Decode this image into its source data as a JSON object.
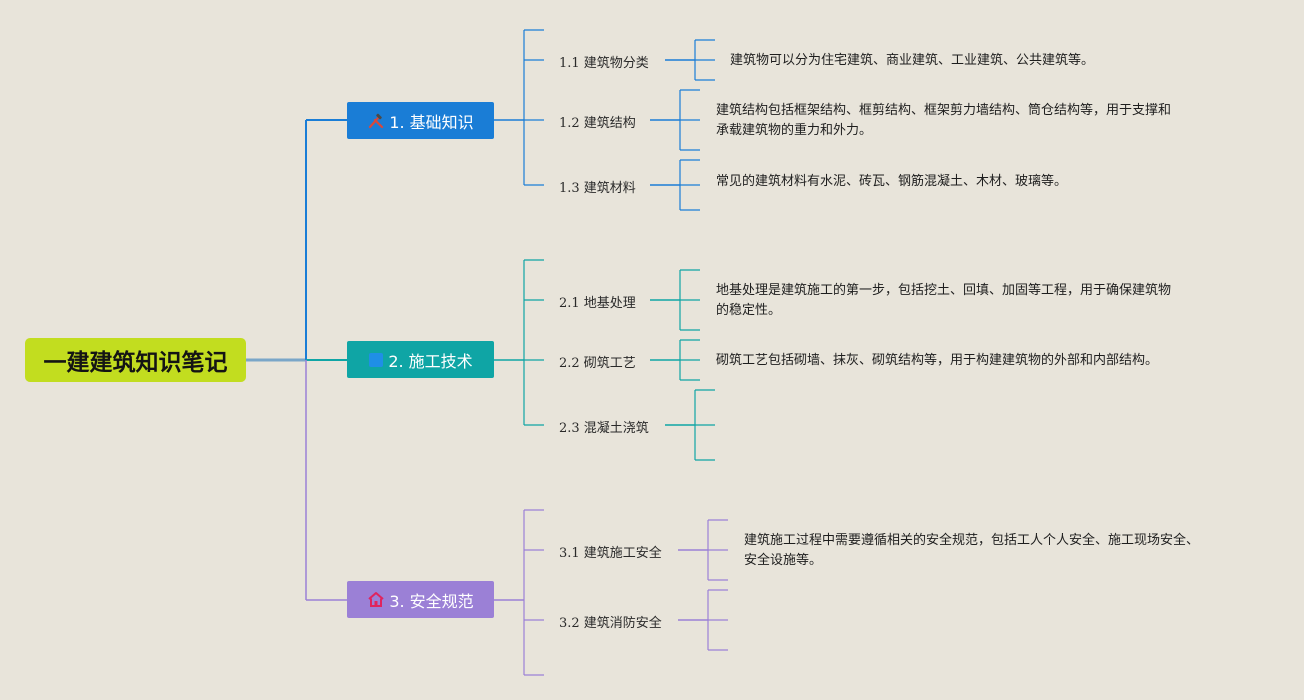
{
  "root": {
    "label": "一建建筑知识笔记",
    "color": "#c2dd1f"
  },
  "branches": [
    {
      "label": "1. 基础知识",
      "icon": "tools-icon",
      "color": "#1a7dd6",
      "subs": [
        {
          "label": "1.1 建筑物分类",
          "notes": [
            "建筑物可以分为住宅建筑、商业建筑、工业建筑、公共建筑等。"
          ]
        },
        {
          "label": "1.2 建筑结构",
          "notes": [
            "建筑结构包括框架结构、框剪结构、框架剪力墙结构、筒仓结构等，用于支撑和",
            "承载建筑物的重力和外力。"
          ]
        },
        {
          "label": "1.3 建筑材料",
          "notes": [
            "常见的建筑材料有水泥、砖瓦、钢筋混凝土、木材、玻璃等。"
          ]
        }
      ]
    },
    {
      "label": "2. 施工技术",
      "icon": "square-icon",
      "color": "#0fa5a5",
      "subs": [
        {
          "label": "2.1 地基处理",
          "notes": [
            "地基处理是建筑施工的第一步，包括挖土、回填、加固等工程，用于确保建筑物",
            "的稳定性。"
          ]
        },
        {
          "label": "2.2 砌筑工艺",
          "notes": [
            "砌筑工艺包括砌墙、抹灰、砌筑结构等，用于构建建筑物的外部和内部结构。"
          ]
        },
        {
          "label": "2.3 混凝土浇筑",
          "notes": []
        }
      ]
    },
    {
      "label": "3. 安全规范",
      "icon": "house-icon",
      "color": "#9b80d6",
      "subs": [
        {
          "label": "3.1 建筑施工安全",
          "notes": [
            "建筑施工过程中需要遵循相关的安全规范，包括工人个人安全、施工现场安全、",
            "安全设施等。"
          ]
        },
        {
          "label": "3.2 建筑消防安全",
          "notes": []
        }
      ]
    }
  ]
}
